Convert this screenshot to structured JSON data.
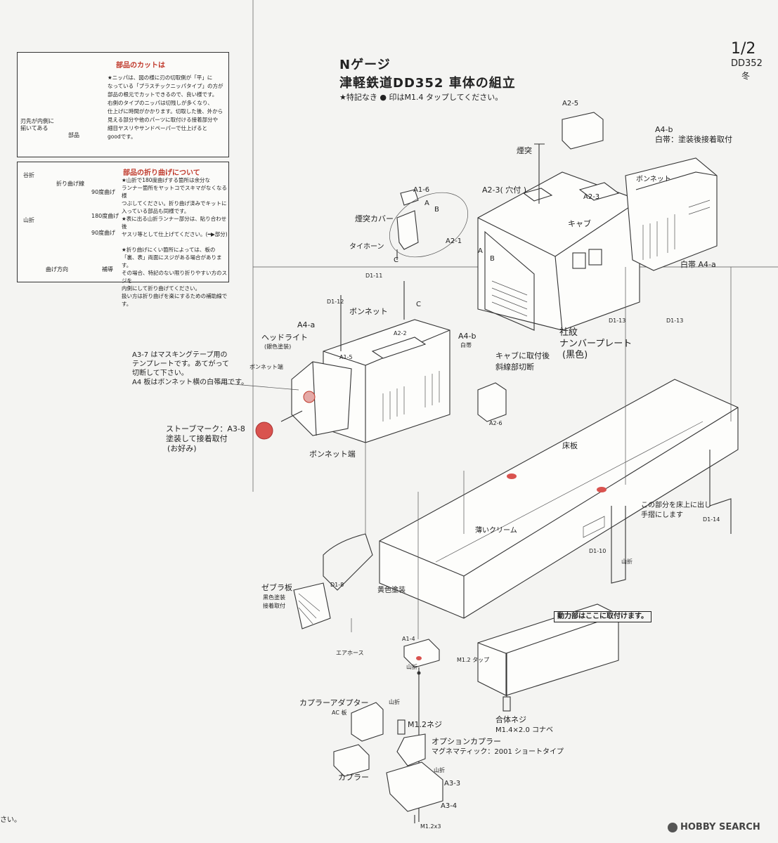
{
  "header": {
    "title_line1": "Nゲージ",
    "title_line2": "津軽鉄道DD352 車体の組立",
    "note": "★特記なき ● 印はM1.4 タップしてください。",
    "page": "1/2",
    "model": "DD352",
    "season": "冬"
  },
  "cut_box": {
    "title": "部品のカットは",
    "lines": [
      "★ニッパは、図の様に刃の切取側が「平」に",
      "なっている「プラスチックニッパタイプ」の方が",
      "部品の根元でカットできるので、良い様です。",
      "右側のタイプのニッパは切残しが多くなり、",
      "仕上げに時間がかかります。切取した後、外から",
      "見える部分や他のパーツに取付ける接着部分や",
      "細目ヤスリやサンドペーパーで仕上げると",
      "goodです。"
    ],
    "blade_label": "刃先が内側に\n揃いてある",
    "part_label": "部品"
  },
  "bend_box": {
    "title": "部品の折り曲げについて",
    "lines": [
      "★山折で180度曲げする箇所は余分な",
      "ランナー箇所をヤットコでスキマがなくなる様",
      "つぶしてください。折り曲げ済みでキットに",
      "入っている部品も同様です。",
      "★表に出る山折ランナー部分は、貼り合わせ後",
      "ヤスリ等として仕上げてください。(━▶部分)",
      "",
      "★折り曲げにくい箇所によっては、板の",
      "「裏、表」両面にスジがある場合があります。",
      "その場合、特記のない限り折りやすい方のスジを",
      "内側にして折り曲げてください。",
      "扱い方は折り曲げを楽にするための補助線です。"
    ],
    "valley": "谷折",
    "mountain": "山折",
    "fold_line": "折り曲げ線",
    "deg90": "90度曲げ",
    "deg180": "180度曲げ",
    "deg90b": "90度曲げ",
    "bend_dir": "曲げ方向",
    "ref": "補導"
  },
  "labels": {
    "a2_5": "A2-5",
    "a4_b_top": "A4-b",
    "a4_b_note": "白帯：塗装後接着取付",
    "entotsu": "煙突",
    "a1_6": "A1-6",
    "a2_3": "A2-3( 穴付 )",
    "a2_3b": "A2-3",
    "bonnet_top": "ボンネット",
    "entotsu_cover": "煙突カバー",
    "a_letter": "A",
    "b_letter": "B",
    "taihorn": "タイホーン",
    "c_letter": "C",
    "a2_1": "A2-1",
    "cab": "キャブ",
    "hakutai_a4a": "白帯 A4-a",
    "d1_11": "D1-11",
    "d1_12": "D1-12",
    "bonnet_mid": "ボンネット",
    "a4_a": "A4-a",
    "a2_2": "A2-2",
    "a4_b_mid": "A4-b",
    "hakutai": "白帯",
    "headlight": "ヘッドライト",
    "headlight_note": "(銀色塗装)",
    "a1_5": "A1-5",
    "bonnet_end": "ボンネット端",
    "cab_note1": "キャブに取付後",
    "cab_note2": "斜線部切断",
    "d1_13a": "D1-13",
    "d1_13b": "D1-13",
    "shamon": "社紋",
    "number_plate": "ナンバープレート",
    "kuro": "(黒色)",
    "a3_7_1": "A3-7 はマスキングテープ用の",
    "a3_7_2": "テンプレートです。あてがって",
    "a3_7_3": "切断して下さい。",
    "a3_7_4": "A4 板はボンネット横の白帯用です。",
    "a2_6": "A2-6",
    "stove1": "ストーブマーク：A3-8",
    "stove2": "塗装して接着取付",
    "stove3": "(お好み)",
    "bonnet_end2": "ボンネット端",
    "yukaita": "床板",
    "handrail1": "この部分を床上に出し",
    "handrail2": "手摺にします",
    "d1_14": "D1-14",
    "usui_cream": "薄いクリーム",
    "d1_10": "D1-10",
    "yamaori1": "山折",
    "zebra": "ゼブラ板",
    "zebra2": "黒色塗装",
    "zebra3": "接着取付",
    "d1_8": "D1-8",
    "kiiro": "黄色塗装",
    "power_unit": "動力部はここに取付けます。",
    "air_hose": "エアホース",
    "a1_4": "A1-4",
    "m12_tap": "M1.2 タップ",
    "yamaori2": "山折",
    "coupler_adapter": "カプラーアダプター",
    "ac_board": "AC 板",
    "yamaori3": "山折",
    "m12_screw": "M1.2ネジ",
    "gotai_screw": "合体ネジ",
    "gotai_spec": "M1.4×2.0 コナベ",
    "option_coupler": "オプションカプラー",
    "magne": "マグネマティック：2001 ショートタイプ",
    "yamaori4": "山折",
    "coupler": "カプラー",
    "a3_3": "A3-3",
    "a3_4": "A3-4",
    "m12x3": "M1.2x3",
    "corner": "さい。",
    "watermark": "HOBBY SEARCH"
  },
  "colors": {
    "accent_red": "#d9534f",
    "title_red": "#c0392b",
    "ink": "#333333"
  }
}
